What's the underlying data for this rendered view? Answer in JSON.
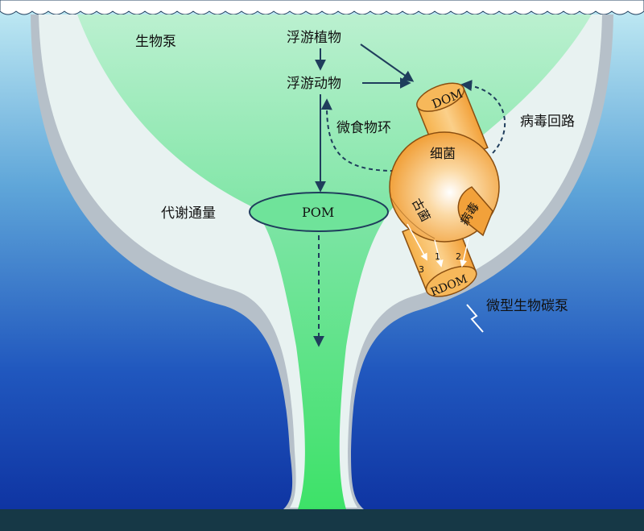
{
  "labels": {
    "biological_pump": "生物泵",
    "phytoplankton": "浮游植物",
    "zooplankton": "浮游动物",
    "microbial_loop": "微食物环",
    "metabolic_flux": "代谢通量",
    "pom": "POM",
    "dom": "DOM",
    "viral_shunt": "病毒回路",
    "bacteria": "细菌",
    "archaea": "古菌",
    "virus": "病毒",
    "rdom": "RDOM",
    "microbial_carbon_pump": "微型生物碳泵",
    "path_1": "1",
    "path_2": "2",
    "path_3": "3"
  },
  "colors": {
    "ocean_top": "#b9e4ef",
    "ocean_bottom": "#0c2f9e",
    "funnel_light": "#e9f3f2",
    "funnel_grey": "#b8c2c9",
    "green_pump": "#7fe6a8",
    "green_core": "#3ee06f",
    "orange": "#f4a93e",
    "orange_dark": "#c9761d",
    "arrow": "#1f3d5c",
    "seafloor": "#163846"
  }
}
